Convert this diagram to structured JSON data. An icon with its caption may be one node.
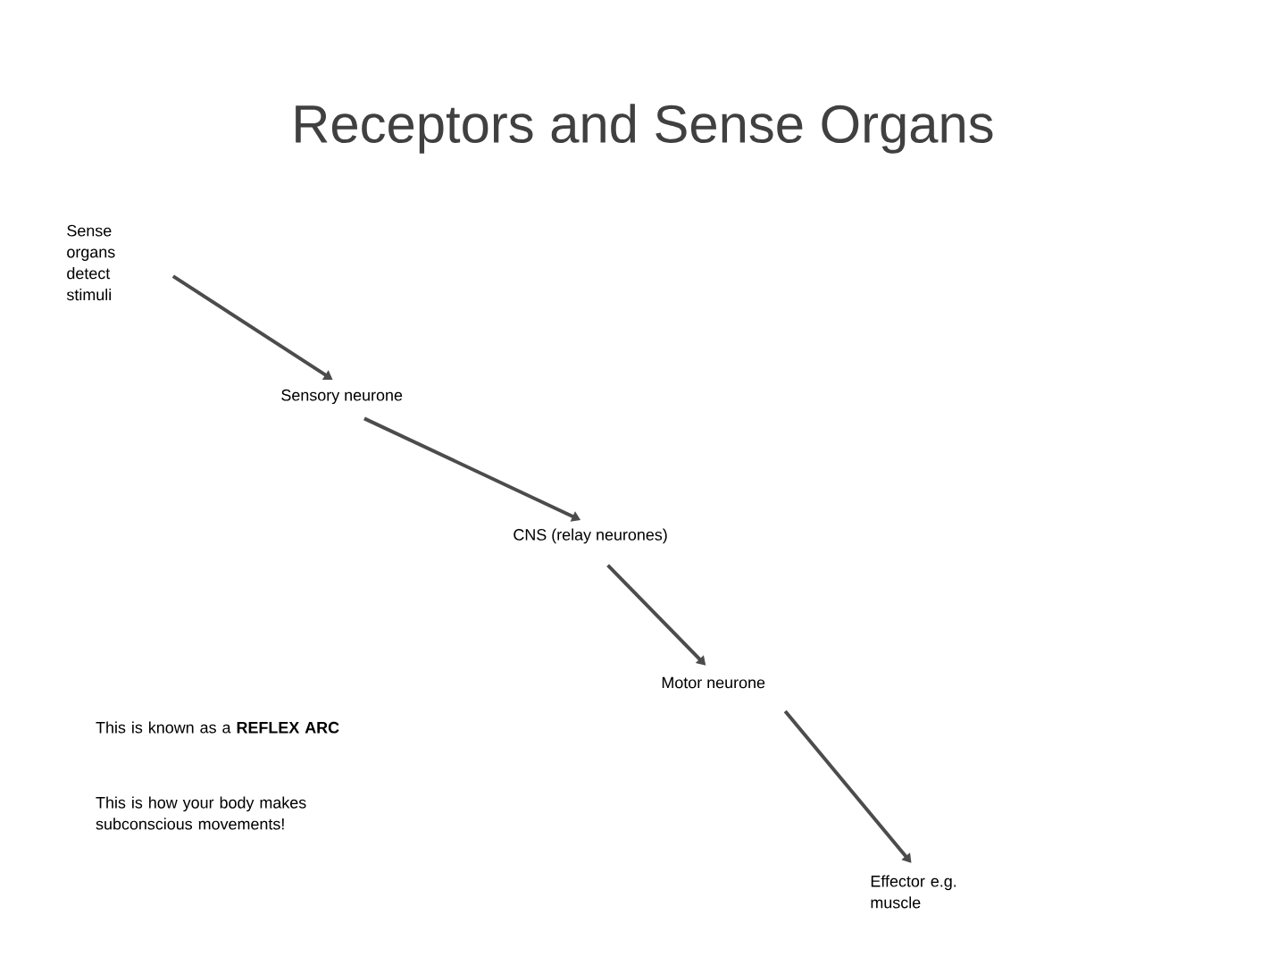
{
  "diagram": {
    "title": "Receptors and Sense Organs",
    "nodes": [
      {
        "text": [
          "Sense organs detect stimuli"
        ]
      },
      {
        "text": [
          "Sensory neurone"
        ]
      },
      {
        "text": [
          "CNS (relay neurones)"
        ]
      },
      {
        "text": [
          "Motor neurone"
        ]
      },
      {
        "text": [
          "Effector e.g. muscle"
        ]
      }
    ],
    "edges": [
      {
        "from": 0,
        "to": 1,
        "arrow": "to"
      },
      {
        "from": 1,
        "to": 2,
        "arrow": "to"
      },
      {
        "from": 2,
        "to": 3,
        "arrow": "to"
      },
      {
        "from": 3,
        "to": 4,
        "arrow": "to"
      }
    ],
    "labels": [
      "This is known as a **REFLEX ARC**",
      "This is how your body makes subconscious movements!"
    ]
  }
}
